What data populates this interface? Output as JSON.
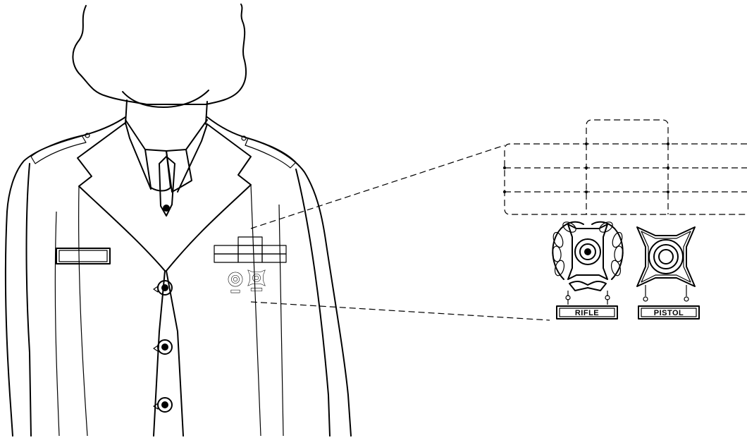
{
  "badges": {
    "rifle": {
      "bar_label": "RIFLE"
    },
    "pistol": {
      "bar_label": "PISTOL"
    }
  },
  "icons": [
    "uniform-figure",
    "eagle-button-icon",
    "wreath-icon",
    "target-cross-icon"
  ]
}
